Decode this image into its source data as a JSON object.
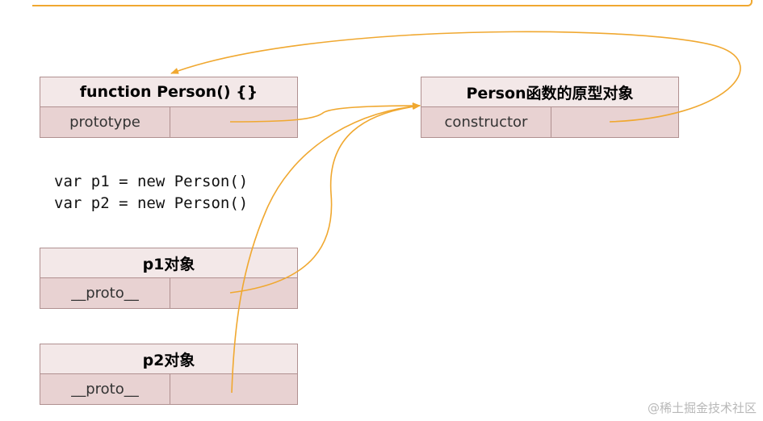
{
  "boxes": {
    "person_fn": {
      "title": "function Person() {}",
      "key": "prototype"
    },
    "prototype_obj": {
      "title": "Person函数的原型对象",
      "key": "constructor"
    },
    "p1": {
      "title": "p1对象",
      "key": "__proto__"
    },
    "p2": {
      "title": "p2对象",
      "key": "__proto__"
    }
  },
  "code": {
    "line1": "var p1 = new Person()",
    "line2": "var p2 = new Person()"
  },
  "watermark": "@稀土掘金技术社区",
  "colors": {
    "arrow": "#f0a830",
    "box_title_bg": "#f3e8e8",
    "box_row_bg": "#e8d2d2",
    "border": "#b09090"
  }
}
